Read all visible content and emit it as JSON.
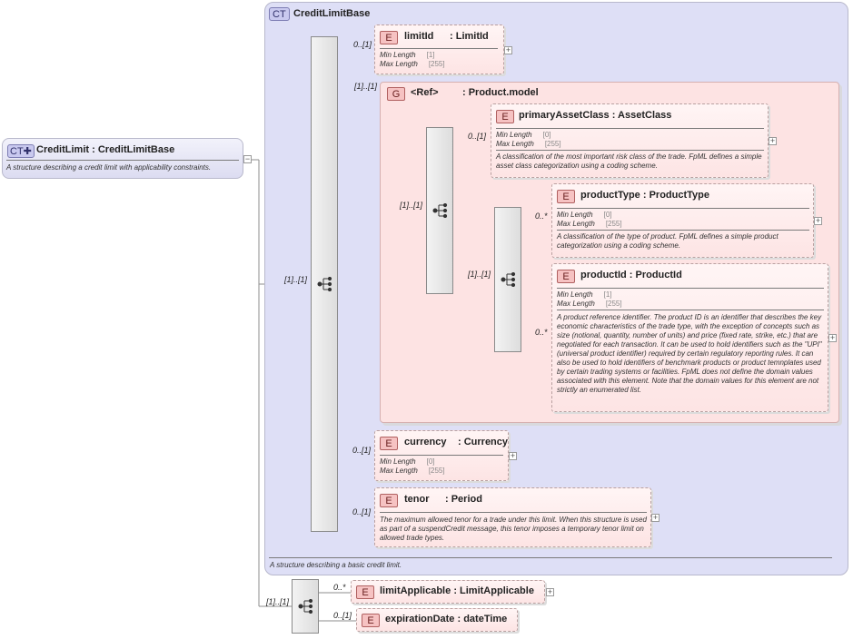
{
  "credit_limit": {
    "badge": "CT",
    "name": "CreditLimit",
    "type": ": CreditLimitBase",
    "description": "A structure describing a credit limit with applicability constraints."
  },
  "credit_limit_base": {
    "badge": "CT",
    "name": "CreditLimitBase",
    "description": "A structure describing a basic credit limit."
  },
  "labels": {
    "min_length": "Min Length",
    "max_length": "Max Length"
  },
  "limit_id": {
    "badge": "E",
    "name": "limitId",
    ":type": "",
    "type": ": LimitId",
    "cardinality": "0..[1]",
    "min": "[1]",
    "max": "[255]"
  },
  "ref_group": {
    "badge": "G",
    "name": "<Ref>",
    "type": ": Product.model",
    "cardinality": "[1]..[1]"
  },
  "primary_asset_class": {
    "badge": "E",
    "name": "primaryAssetClass",
    "type": ": AssetClass",
    "cardinality": "0..[1]",
    "min": "[0]",
    "max": "[255]",
    "description": "A classification of the most important risk class of the trade. FpML defines a simple asset class categorization using a coding scheme."
  },
  "product_type": {
    "badge": "E",
    "name": "productType",
    "type": ": ProductType",
    "cardinality": "0..*",
    "min": "[0]",
    "max": "[255]",
    "description": "A classification of the type of product. FpML defines a simple product categorization using a coding scheme."
  },
  "product_id": {
    "badge": "E",
    "name": "productId",
    "type": ": ProductId",
    "cardinality": "0..*",
    "min": "[1]",
    "max": "[255]",
    "description": "A product reference identifier. The product ID is an identifier that describes the key economic characteristics of the trade type, with the exception of concepts such as size (notional, quantity, number of units) and price (fixed rate, strike, etc.) that are negotiated for each transaction. It can be used to hold identifiers such as the \"UPI\" (universal product identifier) required by certain regulatory reporting rules. It can also be used to hold identifiers of benchmark products or product temnplates used by certain trading systems or facilities. FpML does not define the domain values associated with this element. Note that the domain values for this element are not strictly an enumerated list."
  },
  "currency": {
    "badge": "E",
    "name": "currency",
    "type": ": Currency",
    "cardinality": "0..[1]",
    "min": "[0]",
    "max": "[255]"
  },
  "tenor": {
    "badge": "E",
    "name": "tenor",
    "type": ": Period",
    "cardinality": "0..[1]",
    "description": "The maximum allowed tenor for a trade under this limit. When this structure is used as part of a suspendCredit message, this tenor imposes a temporary tenor limit on allowed trade types."
  },
  "limit_applicable": {
    "badge": "E",
    "name": "limitApplicable",
    "type": ": LimitApplicable",
    "cardinality": "0..*"
  },
  "expiration_date": {
    "badge": "E",
    "name": "expirationDate",
    "type": ": dateTime",
    "cardinality": "0..[1]"
  },
  "sequences": {
    "main": {
      "cardinality": "[1]..[1]"
    },
    "inner1": {
      "cardinality": "[1]..[1]"
    },
    "inner2": {
      "cardinality": "[1]..[1]"
    },
    "bottom": {
      "cardinality": "[1]..[1]"
    }
  },
  "icons": {
    "expand": "+",
    "collapse": "−",
    "sequence": "sequence-icon",
    "ct_badge": "ct-badge-icon",
    "element_badge": "element-badge-icon",
    "group_badge": "group-badge-icon"
  }
}
